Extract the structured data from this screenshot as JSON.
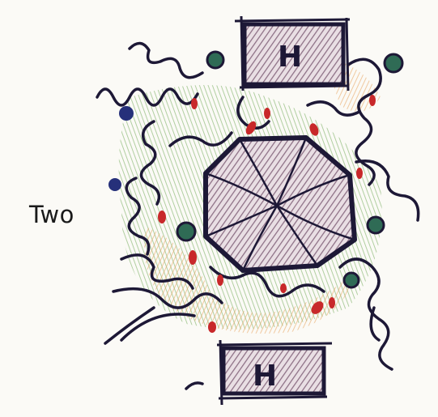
{
  "label": "Two",
  "top_box": {
    "letter": "H"
  },
  "bottom_box": {
    "letter": "H"
  },
  "colors": {
    "ink": "#1d1836",
    "fill_purple": "#8c6e84",
    "crayon_red": "#c8282a",
    "crayon_green": "#5f9a4d",
    "crayon_orange": "#e08a3a",
    "crayon_blue": "#26307a",
    "crayon_teal": "#2f6b55"
  }
}
